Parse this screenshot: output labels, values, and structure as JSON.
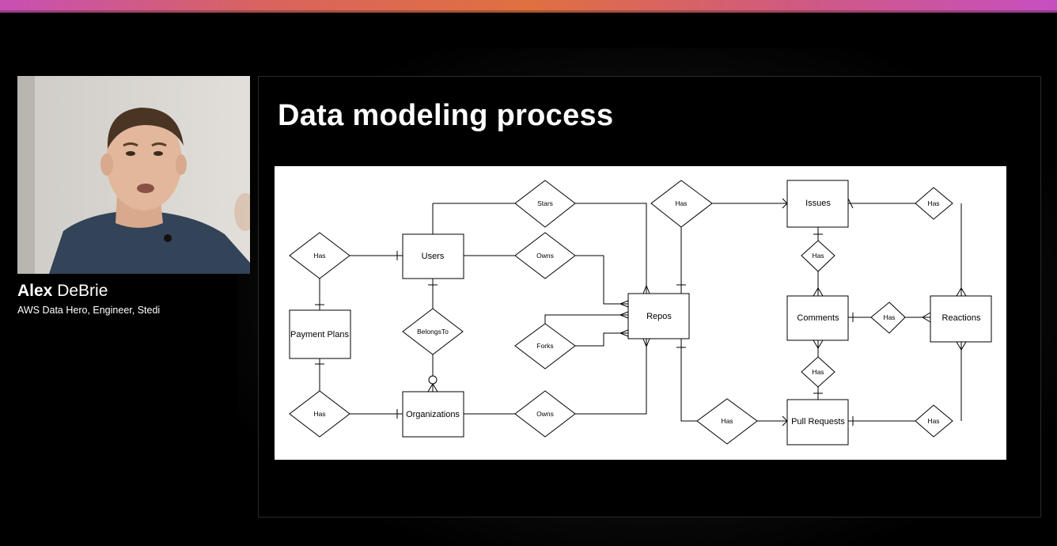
{
  "presenter": {
    "first_name": "Alex",
    "last_name": "DeBrie",
    "title": "AWS Data Hero, Engineer, Stedi"
  },
  "slide": {
    "title": "Data modeling process"
  },
  "diagram": {
    "entities": {
      "users": "Users",
      "payment_plans": "Payment Plans",
      "organizations": "Organizations",
      "repos": "Repos",
      "issues": "Issues",
      "comments": "Comments",
      "reactions": "Reactions",
      "pull_requests": "Pull Requests"
    },
    "relationships": {
      "stars": "Stars",
      "has_users_plan": "Has",
      "owns_users": "Owns",
      "belongs_to": "BelongsTo",
      "forks": "Forks",
      "has_plan_org": "Has",
      "owns_org": "Owns",
      "has_repo_issues": "Has",
      "has_issue_comments": "Has",
      "has_issue_reactions": "Has",
      "has_comment_reactions": "Has",
      "has_pr_comments": "Has",
      "has_repo_pr": "Has",
      "has_pr_reactions": "Has"
    }
  },
  "colors": {
    "background": "#000000",
    "diagram_background": "#ffffff",
    "accent_bar": "#d8645e"
  }
}
